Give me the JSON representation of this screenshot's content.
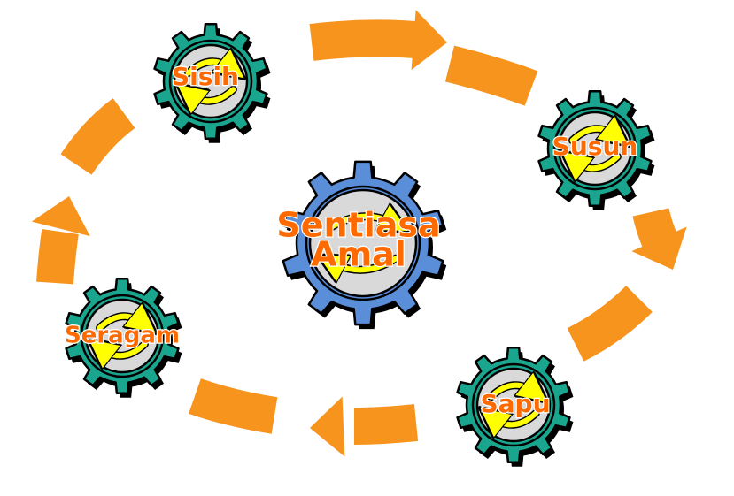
{
  "colors": {
    "cycle_arrow": "#f7941d",
    "outer_gear": "#1aa58f",
    "center_gear": "#5a8ed8",
    "gear_face": "#d9d9d9",
    "rotation_arrow": "#ffff00",
    "label": "#ff6a00",
    "outline": "#000000"
  },
  "center": {
    "label_line1": "Sentiasa",
    "label_line2": "Amal"
  },
  "gears": {
    "sisih": {
      "label": "Sisih"
    },
    "susun": {
      "label": "Susun"
    },
    "sapu": {
      "label": "Sapu"
    },
    "seragam": {
      "label": "Seragam"
    }
  }
}
